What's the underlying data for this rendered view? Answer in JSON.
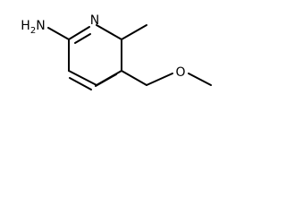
{
  "molecule": {
    "atoms": {
      "ring_nitrogen": "N",
      "amino_group": "H2N",
      "ether_oxygen": "O"
    },
    "bond_color": "#000000",
    "background": "#ffffff"
  }
}
